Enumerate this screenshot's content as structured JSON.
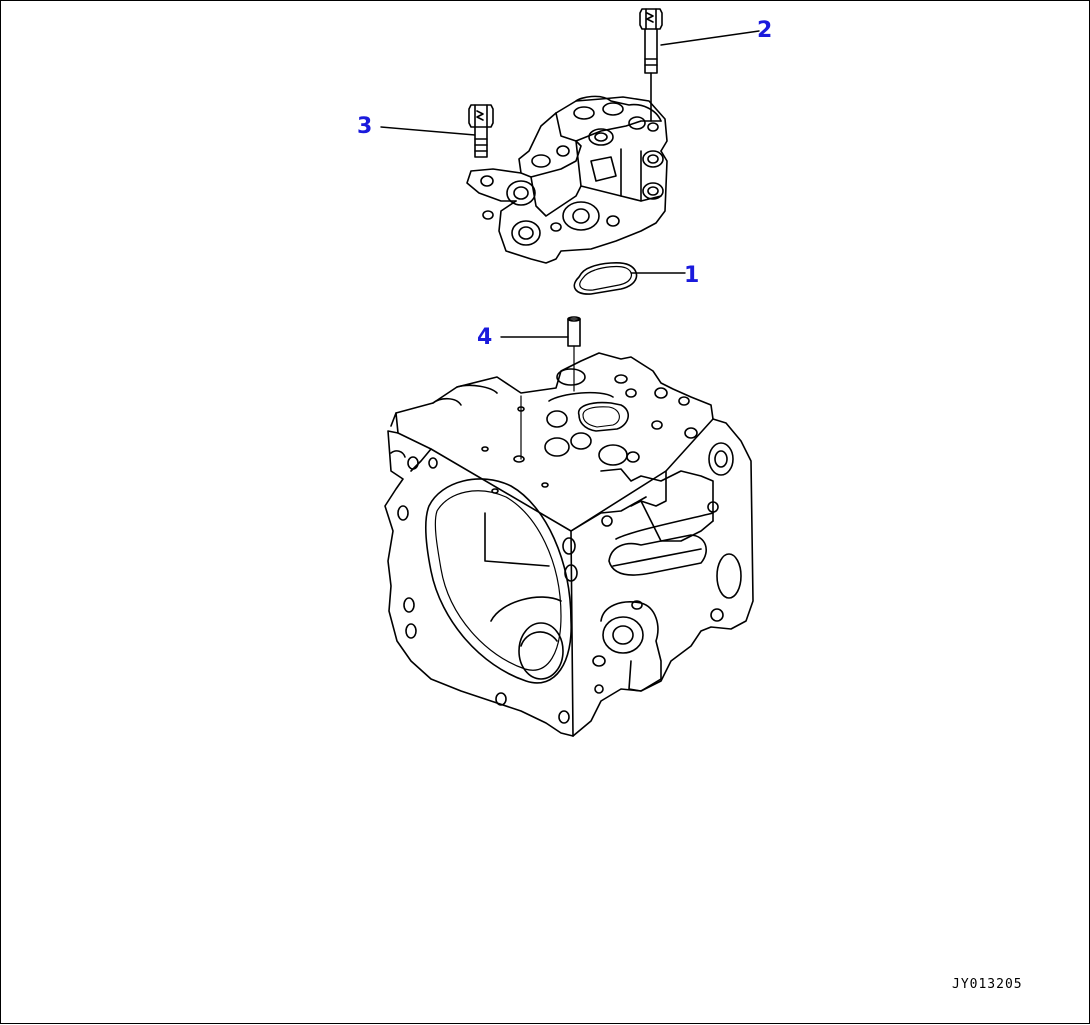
{
  "callouts": {
    "c1": "1",
    "c2": "2",
    "c3": "3",
    "c4": "4"
  },
  "drawing_id": "JY013205",
  "colors": {
    "callout": "#1a1adc",
    "line": "#000000"
  }
}
